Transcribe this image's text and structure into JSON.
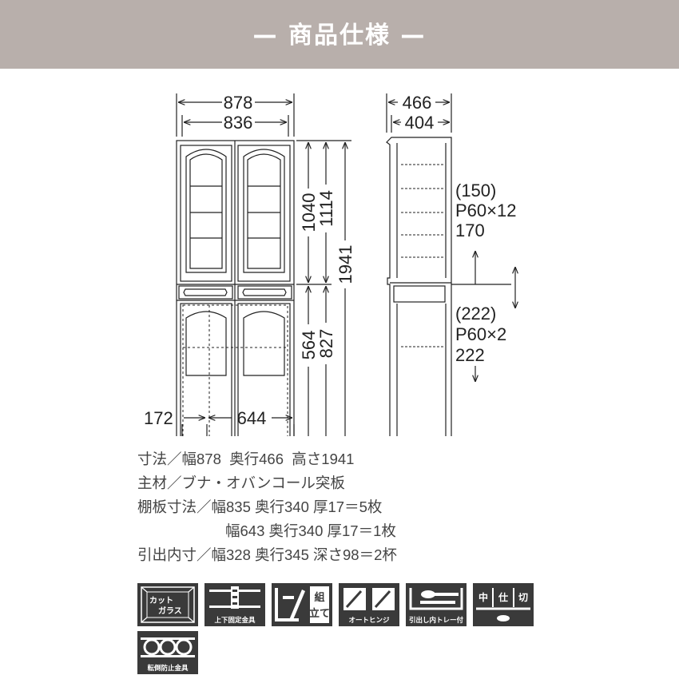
{
  "header": {
    "title": "— 商品仕様 —"
  },
  "drawing": {
    "front": {
      "width_outer": "878",
      "width_inner": "836",
      "height_upper_inner": "1040",
      "height_upper": "1114",
      "height_total": "1941",
      "height_lower_inner": "564",
      "height_lower": "827",
      "bottom_left": "172",
      "bottom_right": "644"
    },
    "side": {
      "depth_outer": "466",
      "depth_inner": "404",
      "upper_shelf_note": [
        "(150)",
        "P60×12",
        "170"
      ],
      "lower_shelf_note": [
        "(222)",
        "P60×2",
        "222"
      ]
    }
  },
  "specs": {
    "line1": "寸法／幅878  奥行466  高さ1941",
    "line2": "主材／ブナ・オバンコール突板",
    "line3": "棚板寸法／幅835 奥行340 厚17＝5枚",
    "line4": "幅643 奥行340 厚17＝1枚",
    "line5": "引出内寸／幅328 奥行345 深さ98＝2杯"
  },
  "icons": {
    "cut_glass": {
      "label_top": "カット",
      "label_bottom": "ガラス"
    },
    "fixing_hardware": "上下固定金具",
    "assembly": "組立て",
    "hinge": "オートヒンジ",
    "drawer_tray": "引出し内トレー付",
    "partition": [
      "中",
      "仕",
      "切"
    ],
    "anti_tip": "転倒防止金具"
  },
  "colors": {
    "header_bg": "#b8afab",
    "icon_bg": "#3a3a3a",
    "line": "#222222"
  }
}
